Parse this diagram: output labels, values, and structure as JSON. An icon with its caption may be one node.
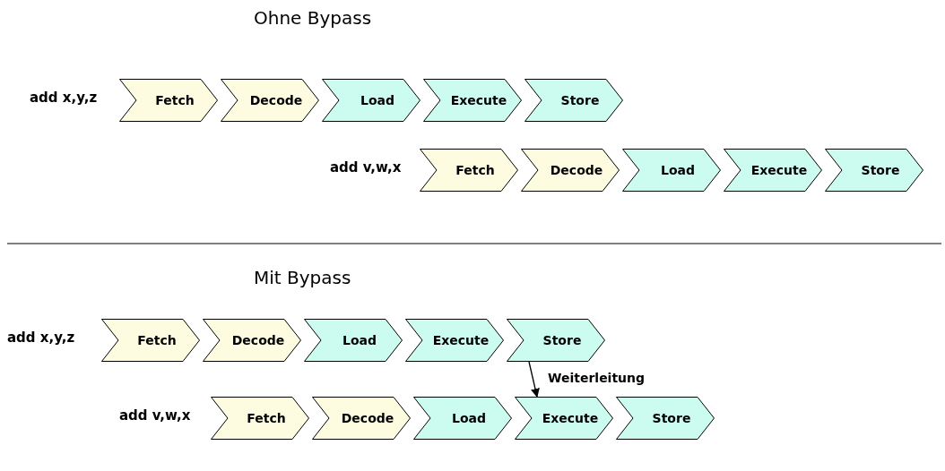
{
  "diagram": {
    "nodes": [
      {
        "text": [
          "Fetch"
        ]
      },
      {
        "text": [
          "Decode"
        ]
      },
      {
        "text": [
          "Load"
        ]
      },
      {
        "text": [
          "Execute"
        ]
      },
      {
        "text": [
          "Store"
        ]
      },
      {
        "text": [
          "Fetch"
        ]
      },
      {
        "text": [
          "Decode"
        ]
      },
      {
        "text": [
          "Load"
        ]
      },
      {
        "text": [
          "Execute"
        ]
      },
      {
        "text": [
          "Store"
        ]
      },
      {
        "text": [
          "Fetch"
        ]
      },
      {
        "text": [
          "Decode"
        ]
      },
      {
        "text": [
          "Load"
        ]
      },
      {
        "text": [
          "Execute"
        ]
      },
      {
        "text": [
          "Store"
        ]
      },
      {
        "text": [
          "Fetch"
        ]
      },
      {
        "text": [
          "Decode"
        ]
      },
      {
        "text": [
          "Load"
        ]
      },
      {
        "text": [
          "Execute"
        ]
      },
      {
        "text": [
          "Store"
        ]
      }
    ],
    "edges": [
      {
        "from": 14,
        "to": 18,
        "arrow": "to",
        "label": "Weiterleitung"
      }
    ],
    "labels": [
      "Ohne Bypass",
      "add x,y,z",
      "add v,w,x",
      "Mit Bypass",
      "add x,y,z",
      "add v,w,x"
    ]
  }
}
